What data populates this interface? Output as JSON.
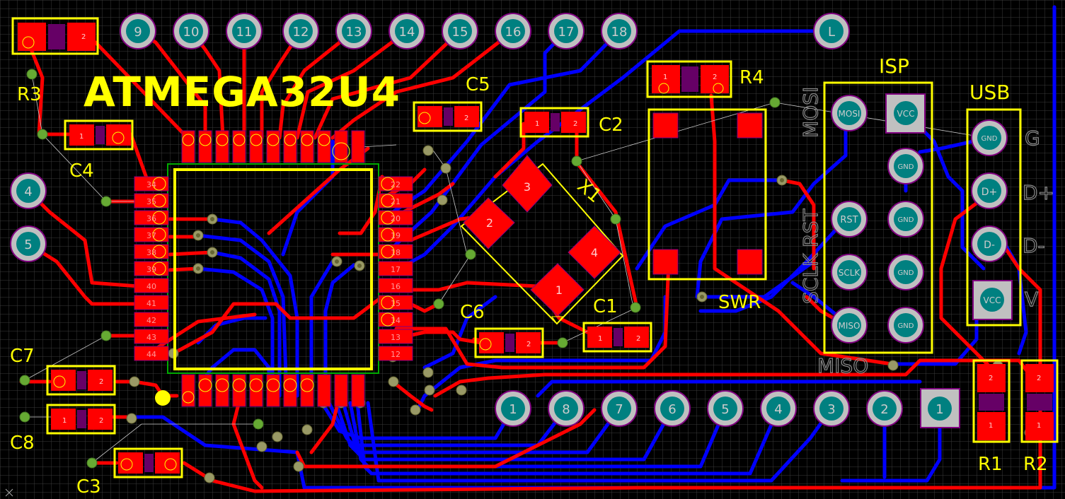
{
  "board": {
    "title": "ATMEGA32U4",
    "colors": {
      "background": "#000000",
      "grid": "#3a3a3a",
      "top_copper": "#ff0000",
      "bottom_copper": "#0000ff",
      "silkscreen": "#ffff00",
      "pad": "#ff0000",
      "through_hole": "#c0c0c0",
      "hole": "#008080",
      "via": "#999966",
      "ratsnest": "#cccccc",
      "marker": "#ffff00"
    }
  },
  "header_pins_top": [
    "9",
    "10",
    "11",
    "12",
    "13",
    "14",
    "15",
    "16",
    "17",
    "18"
  ],
  "header_pins_left": [
    "4",
    "5"
  ],
  "header_pin_l": "L",
  "header_pins_bottom": [
    "1",
    "8",
    "7",
    "6",
    "5",
    "4",
    "3",
    "2",
    "1"
  ],
  "components": {
    "r1": "R1",
    "r2": "R2",
    "r3": "R3",
    "r4": "R4",
    "c1": "C1",
    "c2": "C2",
    "c3": "C3",
    "c4": "C4",
    "c5": "C5",
    "c6": "C6",
    "c7": "C7",
    "c8": "C8",
    "x1": "X1",
    "swr": "SWR",
    "isp": "ISP",
    "usb": "USB"
  },
  "pad_numbers": {
    "one": "1",
    "two": "2"
  },
  "crystal_pads": [
    "1",
    "2",
    "3",
    "4"
  ],
  "ic_pins_left": [
    "34",
    "35",
    "36",
    "37",
    "38",
    "39",
    "40",
    "41",
    "42",
    "43",
    "44"
  ],
  "ic_pins_right": [
    "22",
    "21",
    "20",
    "19",
    "18",
    "17",
    "16",
    "15",
    "14",
    "13",
    "12"
  ],
  "isp_labels": {
    "mosi": "MOSI",
    "vcc": "VCC",
    "gnd": "GND",
    "rst": "RST",
    "sclk": "SCLK",
    "miso": "MISO"
  },
  "usb_pads": [
    "GND",
    "D+",
    "D-",
    "VCC"
  ],
  "usb_side_labels": [
    "G",
    "D+",
    "D-",
    "V"
  ],
  "silk_rotated": {
    "mosi": "MOSI",
    "sclk_rst": "SCLK RST"
  },
  "silk_miso": "MISO"
}
